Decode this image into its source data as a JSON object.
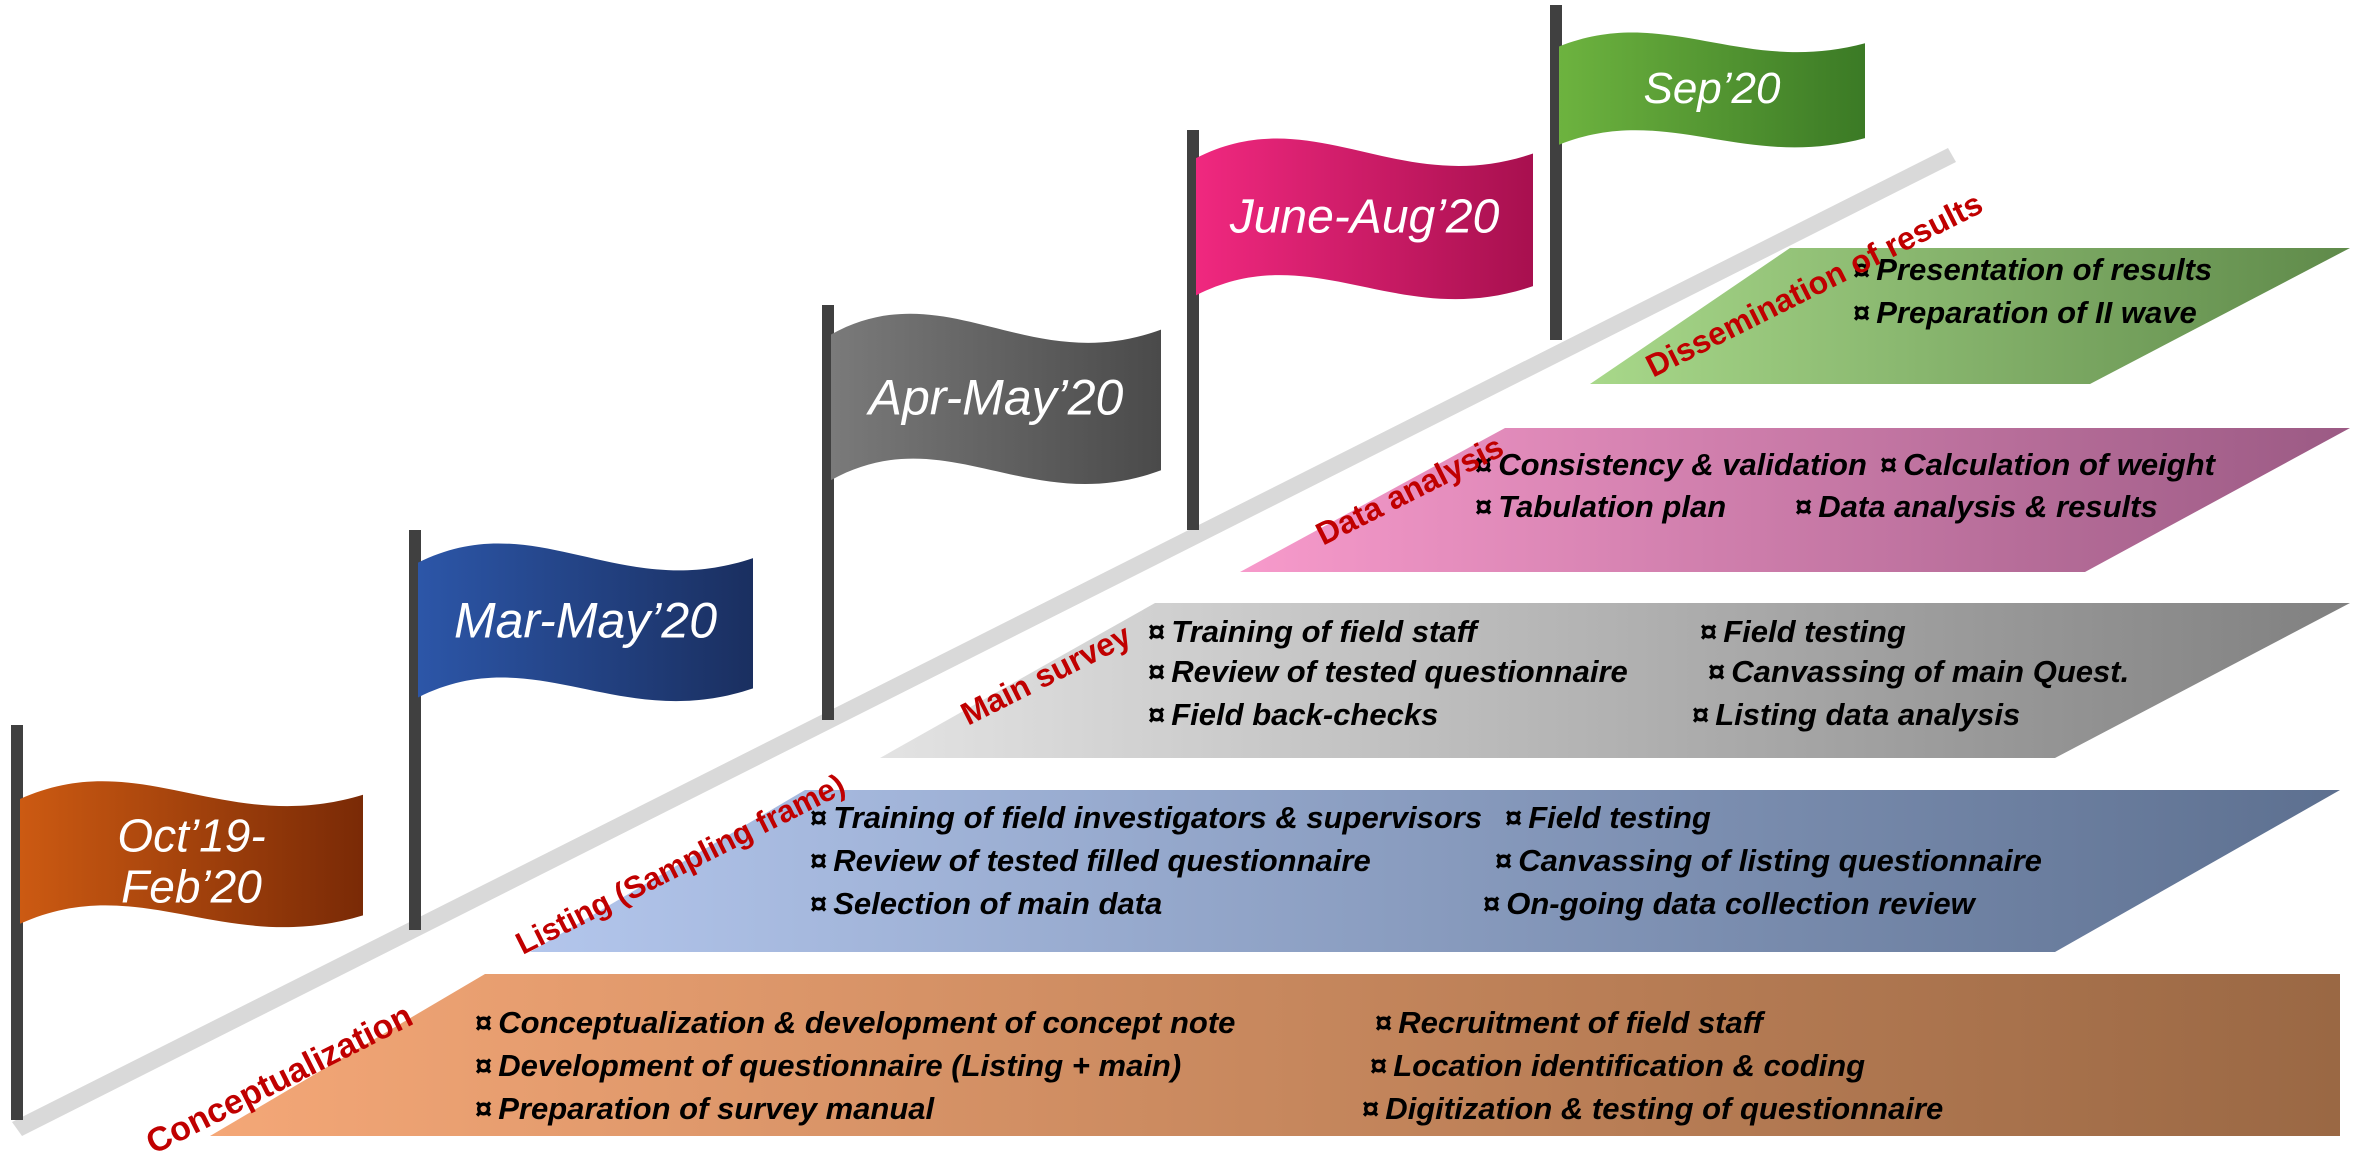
{
  "flags": [
    {
      "id": "flag-1",
      "label": "Oct’19-\nFeb’20",
      "color_start": "#cc5a12",
      "color_end": "#7a2a06"
    },
    {
      "id": "flag-2",
      "label": "Mar-May’20",
      "color_start": "#2c56a8",
      "color_end": "#1a2f60"
    },
    {
      "id": "flag-3",
      "label": "Apr-May’20",
      "color_start": "#7a7a7a",
      "color_end": "#4a4a4a"
    },
    {
      "id": "flag-4",
      "label": "June-Aug’20",
      "color_start": "#f0287f",
      "color_end": "#a8104f"
    },
    {
      "id": "flag-5",
      "label": "Sep’20",
      "color_start": "#6db33f",
      "color_end": "#3b7a25"
    }
  ],
  "phases": [
    {
      "id": "phase-conceptualization",
      "label": "Conceptualization"
    },
    {
      "id": "phase-listing",
      "label": "Listing (Sampling frame)"
    },
    {
      "id": "phase-main-survey",
      "label": "Main survey"
    },
    {
      "id": "phase-data-analysis",
      "label": "Data analysis"
    },
    {
      "id": "phase-dissemination",
      "label": "Dissemination of results"
    }
  ],
  "bullet": "¤",
  "bands": [
    {
      "id": "band-conceptualization",
      "color_start": "#f4a777",
      "color_end": "#9a6844",
      "tasks": [
        "Conceptualization & development of concept note",
        "Recruitment of field staff",
        "Development of questionnaire (Listing + main)",
        "Location identification & coding",
        "Preparation of survey manual",
        "Digitization & testing of questionnaire"
      ]
    },
    {
      "id": "band-listing",
      "color_start": "#b3c6ec",
      "color_end": "#5d7090",
      "tasks": [
        "Training of field investigators & supervisors",
        "Field testing",
        "Review of tested filled questionnaire",
        "Canvassing of listing questionnaire",
        "Selection of main data",
        "On-going data collection review"
      ]
    },
    {
      "id": "band-main-survey",
      "color_start": "#e3e3e3",
      "color_end": "#808080",
      "tasks": [
        "Training of field staff",
        "Field testing",
        "Review of tested questionnaire",
        "Canvassing of main Quest.",
        "Field back-checks",
        "Listing data analysis"
      ]
    },
    {
      "id": "band-data-analysis",
      "color_start": "#f79acb",
      "color_end": "#9b5a84",
      "tasks": [
        "Consistency & validation",
        "Calculation of weight",
        "Tabulation plan",
        "Data analysis & results"
      ]
    },
    {
      "id": "band-dissemination",
      "color_start": "#a8d88a",
      "color_end": "#5f8a4a",
      "tasks": [
        "Presentation of results",
        "Preparation of II wave"
      ]
    }
  ]
}
